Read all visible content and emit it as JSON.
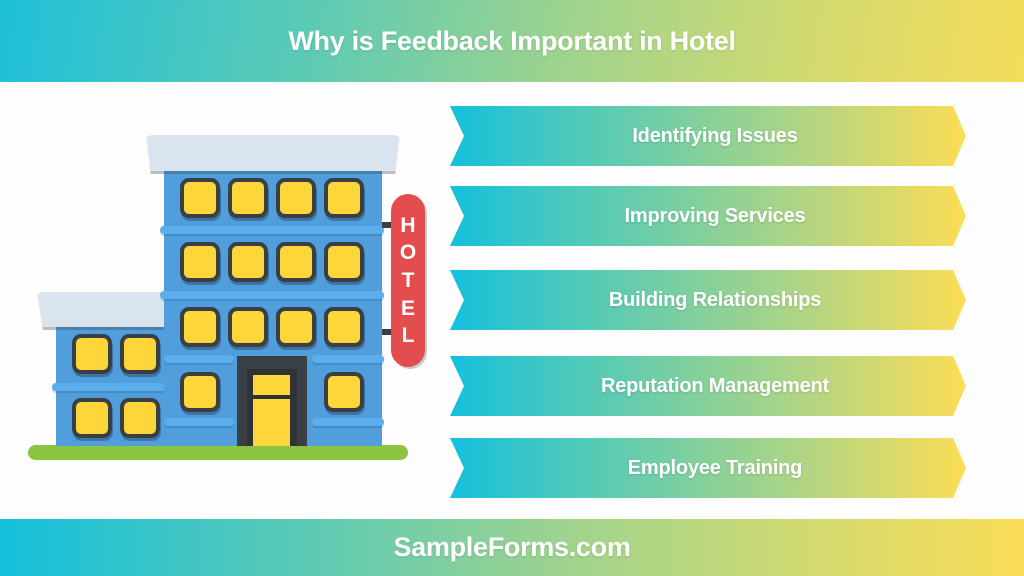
{
  "header": {
    "title": "Why is Feedback Important in Hotel",
    "gradient_start": "#1fc0da",
    "gradient_end": "#f6dc5a"
  },
  "illustration": {
    "type": "hotel-building",
    "sign_letters": [
      "H",
      "O",
      "T",
      "E",
      "L"
    ],
    "colors": {
      "building": "#509fdc",
      "roof": "#dae4ee",
      "window": "#fdd73a",
      "window_frame": "#3a3f45",
      "sign": "#e34d4d",
      "ground": "#8bc53f"
    }
  },
  "reasons": [
    {
      "label": "Identifying Issues"
    },
    {
      "label": "Improving Services"
    },
    {
      "label": "Building Relationships"
    },
    {
      "label": "Reputation Management"
    },
    {
      "label": "Employee Training"
    }
  ],
  "footer": {
    "brand": "SampleForms.com"
  }
}
